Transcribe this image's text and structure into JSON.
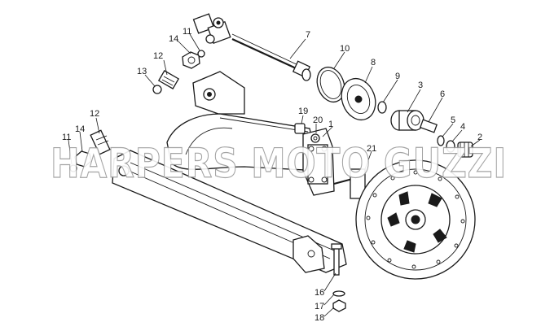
{
  "watermark": {
    "text": "HARPERS MOTO GUZZI"
  },
  "callouts": {
    "c1": "1",
    "c2": "2",
    "c3": "3",
    "c4": "4",
    "c5": "5",
    "c6": "6",
    "c7": "7",
    "c8": "8",
    "c9": "9",
    "c10": "10",
    "c11a": "11",
    "c11b": "11",
    "c12a": "12",
    "c12b": "12",
    "c13": "13",
    "c14a": "14",
    "c14b": "14",
    "c16": "16",
    "c17": "17",
    "c18": "18",
    "c19": "19",
    "c20": "20",
    "c21": "21"
  }
}
